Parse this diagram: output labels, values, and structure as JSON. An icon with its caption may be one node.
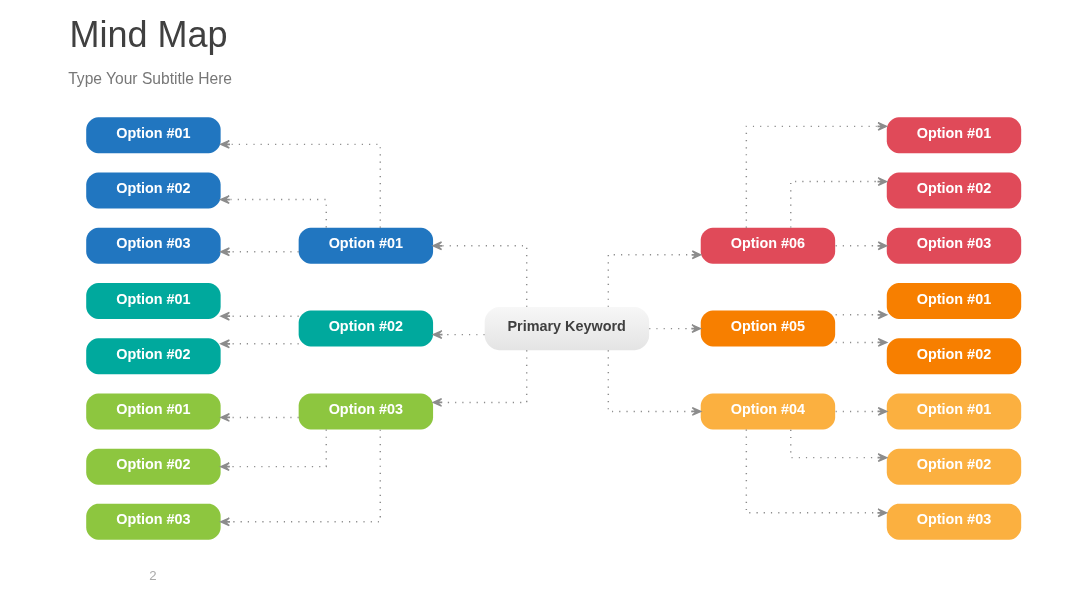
{
  "diagram": {
    "title": "Mind Map",
    "nodes": [
      {
        "text": [
          "Primary Keyword"
        ]
      },
      {
        "text": [
          "Option #01"
        ]
      },
      {
        "text": [
          "Option #01"
        ]
      },
      {
        "text": [
          "Option #02"
        ]
      },
      {
        "text": [
          "Option #03"
        ]
      },
      {
        "text": [
          "Option #02"
        ]
      },
      {
        "text": [
          "Option #01"
        ]
      },
      {
        "text": [
          "Option #02"
        ]
      },
      {
        "text": [
          "Option #03"
        ]
      },
      {
        "text": [
          "Option #01"
        ]
      },
      {
        "text": [
          "Option #02"
        ]
      },
      {
        "text": [
          "Option #03"
        ]
      },
      {
        "text": [
          "Option #06"
        ]
      },
      {
        "text": [
          "Option #01"
        ]
      },
      {
        "text": [
          "Option #02"
        ]
      },
      {
        "text": [
          "Option #03"
        ]
      },
      {
        "text": [
          "Option #05"
        ]
      },
      {
        "text": [
          "Option #01"
        ]
      },
      {
        "text": [
          "Option #02"
        ]
      },
      {
        "text": [
          "Option #04"
        ]
      },
      {
        "text": [
          "Option #01"
        ]
      },
      {
        "text": [
          "Option #02"
        ]
      },
      {
        "text": [
          "Option #03"
        ]
      }
    ],
    "edges": [
      {
        "from": 0,
        "to": 1,
        "arrow": "to"
      },
      {
        "from": 1,
        "to": 2,
        "arrow": "to"
      },
      {
        "from": 1,
        "to": 3,
        "arrow": "to"
      },
      {
        "from": 1,
        "to": 4,
        "arrow": "to"
      },
      {
        "from": 0,
        "to": 5,
        "arrow": "to"
      },
      {
        "from": 5,
        "to": 6,
        "arrow": "to"
      },
      {
        "from": 5,
        "to": 7,
        "arrow": "to"
      },
      {
        "from": 0,
        "to": 8,
        "arrow": "to"
      },
      {
        "from": 8,
        "to": 9,
        "arrow": "to"
      },
      {
        "from": 8,
        "to": 10,
        "arrow": "to"
      },
      {
        "from": 8,
        "to": 11,
        "arrow": "to"
      },
      {
        "from": 0,
        "to": 12,
        "arrow": "to"
      },
      {
        "from": 12,
        "to": 13,
        "arrow": "to"
      },
      {
        "from": 12,
        "to": 14,
        "arrow": "to"
      },
      {
        "from": 12,
        "to": 15,
        "arrow": "to"
      },
      {
        "from": 0,
        "to": 16,
        "arrow": "to"
      },
      {
        "from": 16,
        "to": 17,
        "arrow": "to"
      },
      {
        "from": 16,
        "to": 18,
        "arrow": "to"
      },
      {
        "from": 0,
        "to": 19,
        "arrow": "to"
      },
      {
        "from": 19,
        "to": 20,
        "arrow": "to"
      },
      {
        "from": 19,
        "to": 21,
        "arrow": "to"
      },
      {
        "from": 19,
        "to": 22,
        "arrow": "to"
      }
    ],
    "labels": [
      "Type Your Subtitle Here",
      "2"
    ]
  }
}
